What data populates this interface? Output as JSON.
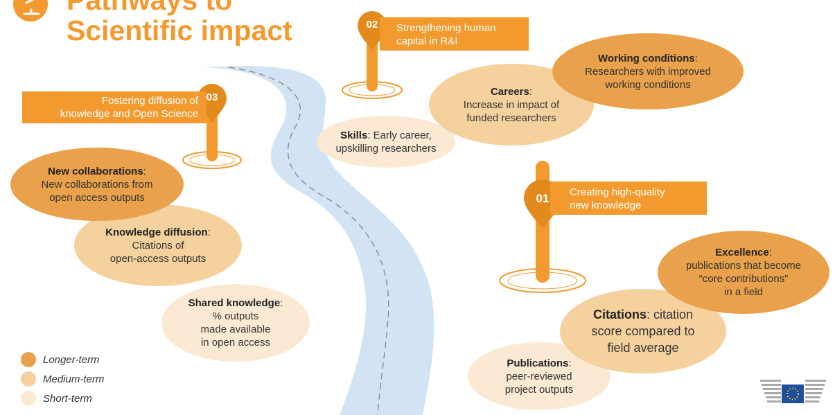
{
  "title": {
    "line1": "Pathways to",
    "line2": "Scientific impact",
    "icon": "microscope-icon"
  },
  "colors": {
    "long": "#E9A14B",
    "medium": "#F5D19E",
    "short": "#FBE9D3",
    "accent": "#F29A2E",
    "river": "#D2E4F4"
  },
  "pathways": [
    {
      "number": "01",
      "label_line1": "Creating high-quality",
      "label_line2": "new knowledge"
    },
    {
      "number": "02",
      "label_line1": "Strengthening human",
      "label_line2": "capital in R&I"
    },
    {
      "number": "03",
      "label_line1": "Fostering diffusion of",
      "label_line2": "knowledge and Open Science"
    }
  ],
  "outcomes": {
    "working_conditions": {
      "term": "Working conditions",
      "sep": ":",
      "line1": "Researchers with improved",
      "line2": "working conditions"
    },
    "careers": {
      "term": "Careers",
      "sep": ":",
      "line1": "Increase in impact of",
      "line2": "funded researchers"
    },
    "skills": {
      "term": "Skills",
      "sep": ": Early career,",
      "line2": "upskilling researchers"
    },
    "new_collaborations": {
      "term": "New collaborations",
      "sep": ":",
      "line1": "New collaborations from",
      "line2": "open access outputs"
    },
    "knowledge_diffusion": {
      "term": "Knowledge diffusion",
      "sep": ":",
      "line1": "Citations of",
      "line2": "open-access outputs"
    },
    "shared_knowledge": {
      "term": "Shared knowledge",
      "sep": ":",
      "line1": "% outputs",
      "line2": "made available",
      "line3": "in open access"
    },
    "excellence": {
      "term": "Excellence",
      "sep": ":",
      "line1": "publications that become",
      "line2": "“core contributions”",
      "line3": "in a field"
    },
    "citations": {
      "term": "Citations",
      "sep": ": citation",
      "line2": "score compared to",
      "line3": "field average"
    },
    "publications": {
      "term": "Publications",
      "sep": ":",
      "line1": "peer-reviewed",
      "line2": "project outputs"
    }
  },
  "legend": [
    {
      "label": "Longer-term",
      "color": "#E9A14B"
    },
    {
      "label": "Medium-term",
      "color": "#F5D19E"
    },
    {
      "label": "Short-term",
      "color": "#FBE9D3"
    }
  ],
  "logo": {
    "name": "european-commission-logo"
  }
}
